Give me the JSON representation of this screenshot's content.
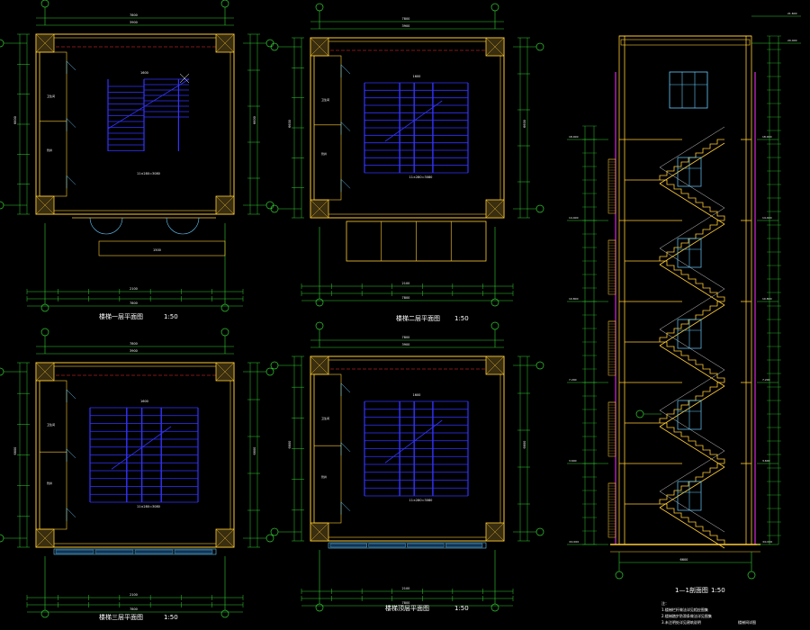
{
  "colors": {
    "background": "#000000",
    "grid_axis": "#33cc33",
    "axis_center": "#ff3333",
    "wall": "#ffcc33",
    "stair_plan": "#3333ff",
    "window": "#66ccff",
    "dimension": "#33cc33",
    "column": "#ffcc33",
    "text": "#ffffff",
    "section_stair": "#ffcc33",
    "magenta": "#ff33ff"
  },
  "drawing_titles": {
    "plan_1": "楼梯一层平面图",
    "plan_1_scale": "1:50",
    "plan_2": "楼梯二层平面图",
    "plan_2_scale": "1:50",
    "plan_3": "楼梯三层平面图",
    "plan_3_scale": "1:50",
    "plan_4": "楼梯顶层平面图",
    "plan_4_scale": "1:50",
    "section": "1—1剖面图",
    "section_scale": "1:50"
  },
  "notes": {
    "line_1": "注：",
    "line_2": "1.楼梯栏杆做法详见相应图集",
    "line_3": "2.楼梯踏步防滑条做法详见图集",
    "line_4": "3.未注明处详见建筑说明",
    "line_5": "楼梯间详图"
  },
  "dimension_labels": {
    "overall_width": "7800",
    "bay": "3900",
    "depth": "6600",
    "door": "1500",
    "stair_run": "11×280=3080",
    "landing": "1600",
    "window": "2100"
  },
  "section_levels": [
    "±0.000",
    "3.600",
    "7.200",
    "10.800",
    "14.400",
    "18.000"
  ]
}
